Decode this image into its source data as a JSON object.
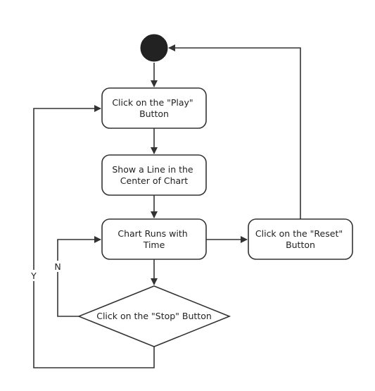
{
  "nodes": {
    "play": {
      "lines": [
        "Click on the \"Play\"",
        "Button"
      ]
    },
    "show_line": {
      "lines": [
        "Show a Line in the",
        "Center of Chart"
      ]
    },
    "chart_runs": {
      "lines": [
        "Chart Runs with",
        "Time"
      ]
    },
    "reset": {
      "lines": [
        "Click on the \"Reset\"",
        "Button"
      ]
    },
    "stop": {
      "lines": [
        "Click on the \"Stop\" Button"
      ]
    }
  },
  "edge_labels": {
    "no": "N",
    "yes": "Y"
  },
  "colors": {
    "stroke": "#333333",
    "start_fill": "#222222",
    "node_fill": "#ffffff"
  }
}
